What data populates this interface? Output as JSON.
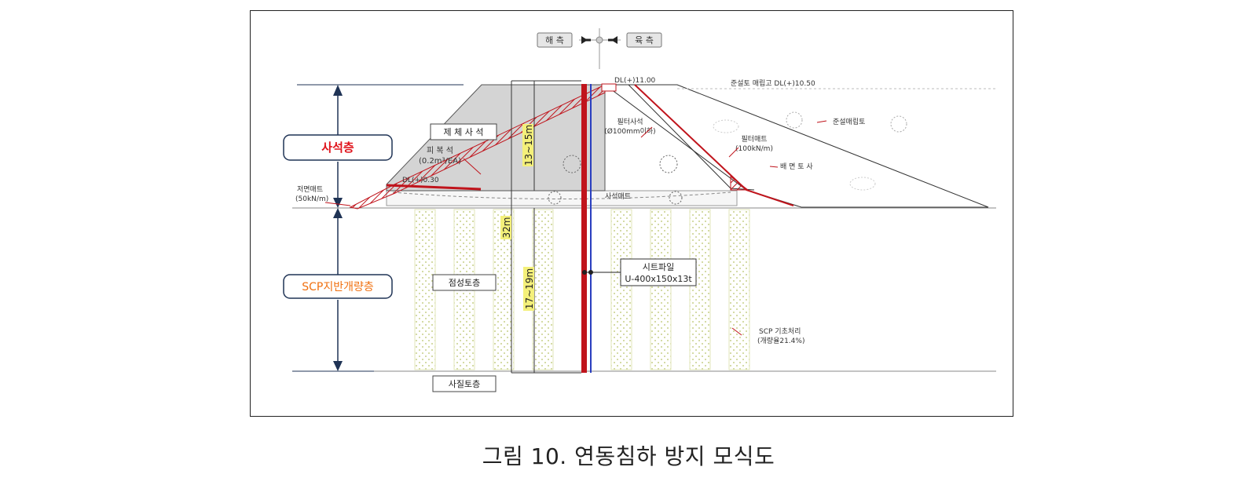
{
  "direction": {
    "sea_side": "해 측",
    "land_side": "육 측"
  },
  "layers": {
    "rubble_layer": "사석층",
    "scp_layer": "SCP지반개량층"
  },
  "labels": {
    "core_rubble": "제 체 사 석",
    "armor_stone": "피 복 석",
    "armor_stone_spec": "(0.2m³/EA)",
    "dl_030": "DL(+)0.30",
    "base_mat": "저면매트",
    "base_mat_spec": "(50kN/m)",
    "dl_1100": "DL(+)11.00",
    "dredged_fill_height": "준설토 매립고  DL(+)10.50",
    "filter_rubble": "필터사석",
    "filter_rubble_spec": "(Ø100mm이하)",
    "filter_mat": "필터매트",
    "filter_mat_spec": "(100kN/m)",
    "dredged_fill": "준설매립토",
    "backfill_sand": "배 면 토 사",
    "rubble_mat": "사석매트",
    "height_13_15": "13~15m",
    "height_32": "32m",
    "height_17_19": "17~19m",
    "clay_layer": "점성토층",
    "sand_layer": "사질토층",
    "sheet_pile": "시트파일",
    "sheet_pile_spec": "U-400x150x13t",
    "scp_treatment": "SCP 기초처리",
    "scp_replacement": "(개량율21.4%)"
  },
  "colors": {
    "sheet_pile_red": "#c0141c",
    "sheet_pile_blue": "#2a3fbf",
    "layer_red_text": "#e0141c",
    "layer_orange_text": "#f07010",
    "dim_yellow": "#f4f07a",
    "scp_fill": "#e9efc4",
    "rubble_gray": "#d4d4d4",
    "arrow_navy": "#1f3355"
  },
  "caption": "그림 10. 연동침하 방지 모식도"
}
